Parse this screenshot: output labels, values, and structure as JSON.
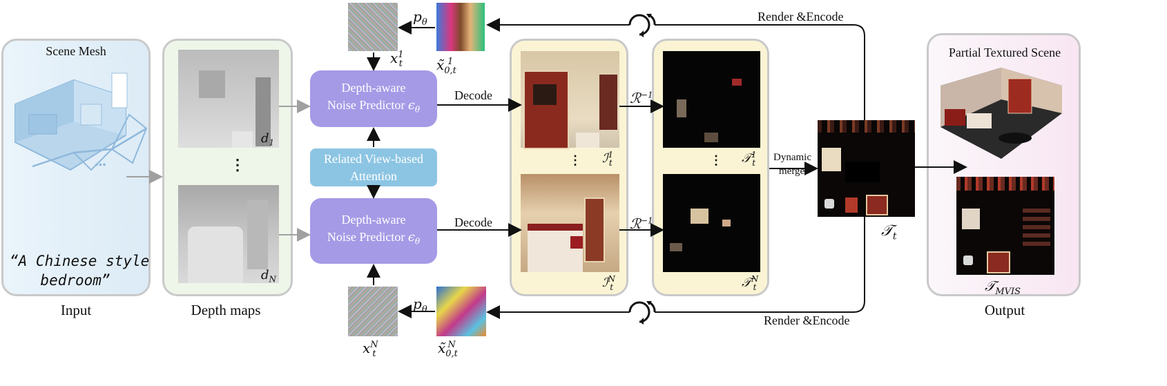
{
  "input_panel": {
    "title": "Scene Mesh",
    "prompt_line1": "“A Chinese style",
    "prompt_line2": "bedroom”",
    "caption": "Input"
  },
  "depth_panel": {
    "caption": "Depth maps",
    "label_top": "d",
    "label_top_sub": "1",
    "label_bottom": "d",
    "label_bottom_sub": "N",
    "vdots": "⋮"
  },
  "noise_top": {
    "x_label": "x",
    "x_sup": "1",
    "x_sub": "t",
    "p_label": "p",
    "p_sub": "θ",
    "x0_label": "x̃",
    "x0_sup": "1",
    "x0_sub": "0,t"
  },
  "noise_bottom": {
    "x_label": "x",
    "x_sup": "N",
    "x_sub": "t",
    "p_label": "p",
    "p_sub": "θ",
    "x0_label": "x̃",
    "x0_sup": "N",
    "x0_sub": "0,t"
  },
  "predictor_top": {
    "line1": "Depth-aware",
    "line2": "Noise Predictor",
    "symbol": "ϵ",
    "symbol_sub": "θ"
  },
  "predictor_bottom": {
    "line1": "Depth-aware",
    "line2": "Noise Predictor",
    "symbol": "ϵ",
    "symbol_sub": "θ"
  },
  "attention": {
    "line1": "Related View-based",
    "line2": "Attention"
  },
  "decode_top": "Decode",
  "decode_bottom": "Decode",
  "rinv_top": {
    "symbol": "ℛ",
    "sup": "−1"
  },
  "rinv_bottom": {
    "symbol": "ℛ",
    "sup": "−1"
  },
  "image_panel": {
    "label_top": "ℐ",
    "label_top_sup": "1",
    "label_top_sub": "t",
    "label_bottom": "ℐ",
    "label_bottom_sup": "N",
    "label_bottom_sub": "t",
    "vdots": "⋮"
  },
  "texture_panel": {
    "label_top": "𝒯",
    "label_top_sup": "1",
    "label_top_sub": "t",
    "label_bottom": "𝒯",
    "label_bottom_sup": "N",
    "label_bottom_sub": "t",
    "vdots": "⋮"
  },
  "merge": {
    "line1": "Dynamic",
    "line2": "merge"
  },
  "merged_texture": {
    "symbol": "𝒯",
    "sub": "t"
  },
  "render_top": "Render &Encode",
  "render_bottom": "Render &Encode",
  "output_panel": {
    "title": "Partial Textured Scene",
    "texture_symbol": "𝒯",
    "texture_sub": "MVIS",
    "caption": "Output"
  },
  "colors": {
    "predictor": "#a59ae6",
    "attention": "#8cc5e3",
    "input_bg": "#e6f2fb",
    "depth_bg": "#edf5e8",
    "stage_bg": "#fbf4d6",
    "output_bg": "#fbeef6"
  }
}
